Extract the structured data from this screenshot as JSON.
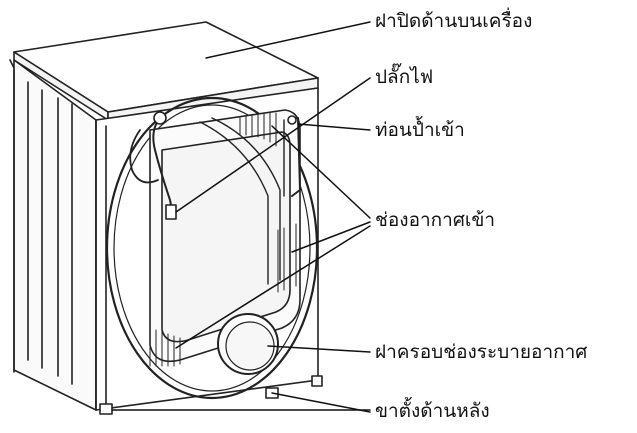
{
  "diagram": {
    "labels": {
      "top_cover": "ฝาปิดด้านบนเครื่อง",
      "power_plug": "ปลั๊กไฟ",
      "water_inlet": "ท่อนป้ำเข้า",
      "air_vents": "ช่องอากาศเข้า",
      "vent_cover": "ฝาครอบช่องระบายอากาศ",
      "rear_legs": "ขาตั้งด้านหลัง"
    }
  }
}
